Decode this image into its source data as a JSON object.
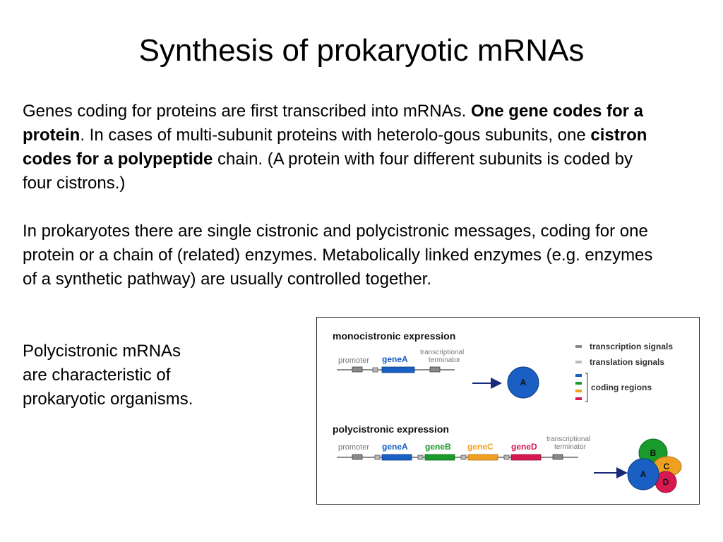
{
  "title": "Synthesis of prokaryotic mRNAs",
  "p1": {
    "t1": "Genes coding for proteins are first transcribed into mRNAs. ",
    "b1": "One gene codes for a protein",
    "t2": ". In cases of multi-subunit proteins with heterolo-gous subunits, one ",
    "b2": "cistron codes for a polypeptide",
    "t3": " chain. (A protein with four different subunits is coded by four cistrons.)"
  },
  "p2": "In prokaryotes there are single cistronic and polycistronic messages, coding for one protein or a chain of (related) enzymes. Metabolically linked enzymes (e.g. enzymes of a synthetic pathway) are usually controlled together.",
  "p3": {
    "l1": "Polycistronic mRNAs",
    "l2": "are characteristic of",
    "l3": "prokaryotic organisms."
  },
  "figure": {
    "mono_title": "monocistronic expression",
    "poly_title": "polycistronic expression",
    "promoter": "promoter",
    "terminator_l1": "transcriptional",
    "terminator_l2": "terminator",
    "genes": {
      "a": "geneA",
      "b": "geneB",
      "c": "geneC",
      "d": "geneD"
    },
    "protein_labels": {
      "a": "A",
      "b": "B",
      "c": "C",
      "d": "D"
    },
    "legend": {
      "transcription": "transcription signals",
      "translation": "translation signals",
      "coding": "coding regions"
    },
    "colors": {
      "gene_a": "#1a5fc4",
      "gene_b": "#1a9a2a",
      "gene_c": "#f0a020",
      "gene_d": "#d81850",
      "signal": "#888888",
      "arrow": "#1a2a7a"
    }
  }
}
